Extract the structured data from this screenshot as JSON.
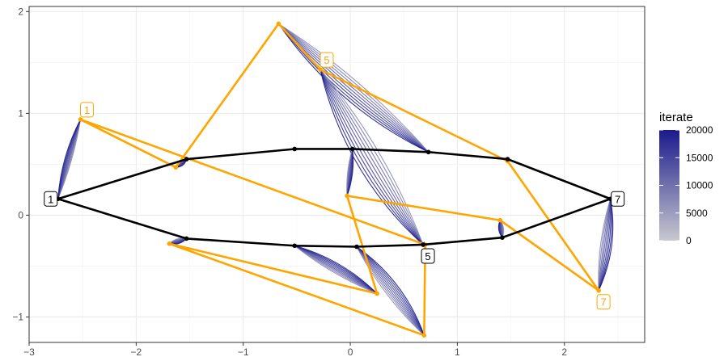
{
  "chart_data": {
    "type": "line",
    "xlim": [
      -3,
      2.75
    ],
    "ylim": [
      -1.25,
      2.05
    ],
    "x_ticks": [
      -3,
      -2,
      -1,
      0,
      1,
      2
    ],
    "x_tick_labels": [
      "−3",
      "−2",
      "−1",
      "0",
      "1",
      "2"
    ],
    "y_ticks": [
      -1,
      0,
      1,
      2
    ],
    "y_tick_labels": [
      "−1",
      "0",
      "1",
      "2"
    ],
    "grid": true,
    "legend": {
      "title": "iterate",
      "placement": "right",
      "min": 0,
      "max": 20000,
      "ticks": [
        0,
        5000,
        10000,
        15000,
        20000
      ],
      "tick_labels": [
        "0",
        "5000",
        "10000",
        "15000",
        "20000"
      ],
      "color_low": "#c8c8d0",
      "color_high": "#1a1a8c"
    },
    "colors": {
      "final": "#000000",
      "initial": "#ffa500"
    },
    "final_polygon": [
      [
        -2.73,
        0.16
      ],
      [
        -1.53,
        0.55
      ],
      [
        -0.52,
        0.65
      ],
      [
        0.02,
        0.65
      ],
      [
        0.73,
        0.62
      ],
      [
        1.47,
        0.55
      ],
      [
        2.43,
        0.16
      ],
      [
        1.42,
        -0.22
      ],
      [
        0.68,
        -0.29
      ],
      [
        0.06,
        -0.31
      ],
      [
        -0.52,
        -0.3
      ],
      [
        -1.53,
        -0.23
      ]
    ],
    "initial_polygon": [
      [
        -2.52,
        0.94
      ],
      [
        -1.63,
        0.47
      ],
      [
        -0.67,
        1.88
      ],
      [
        -0.28,
        1.43
      ],
      [
        1.47,
        0.53
      ],
      [
        2.32,
        -0.74
      ],
      [
        1.4,
        -0.05
      ],
      [
        -0.03,
        0.19
      ],
      [
        0.25,
        -0.77
      ],
      [
        -1.69,
        -0.28
      ],
      [
        0.69,
        -1.18
      ],
      [
        0.7,
        -0.29
      ]
    ],
    "paths": [
      {
        "from": [
          -2.52,
          0.94
        ],
        "to": [
          -2.73,
          0.16
        ],
        "bend": 0.08
      },
      {
        "from": [
          -1.63,
          0.47
        ],
        "to": [
          -1.53,
          0.55
        ],
        "bend": 0.05
      },
      {
        "from": [
          -0.67,
          1.88
        ],
        "to": [
          0.73,
          0.62
        ],
        "bend": 0.1
      },
      {
        "from": [
          -0.28,
          1.43
        ],
        "to": [
          0.68,
          -0.29
        ],
        "bend": 0.12
      },
      {
        "from": [
          1.47,
          0.53
        ],
        "to": [
          1.47,
          0.55
        ],
        "bend": 0.03
      },
      {
        "from": [
          2.32,
          -0.74
        ],
        "to": [
          2.43,
          0.16
        ],
        "bend": 0.12
      },
      {
        "from": [
          1.4,
          -0.05
        ],
        "to": [
          1.42,
          -0.22
        ],
        "bend": 0.05
      },
      {
        "from": [
          -0.03,
          0.19
        ],
        "to": [
          0.02,
          0.65
        ],
        "bend": 0.05
      },
      {
        "from": [
          0.25,
          -0.77
        ],
        "to": [
          -0.52,
          -0.3
        ],
        "bend": 0.1
      },
      {
        "from": [
          -1.69,
          -0.28
        ],
        "to": [
          -1.53,
          -0.23
        ],
        "bend": 0.05
      },
      {
        "from": [
          0.69,
          -1.18
        ],
        "to": [
          0.06,
          -0.31
        ],
        "bend": 0.12
      },
      {
        "from": [
          0.7,
          -0.29
        ],
        "to": [
          0.68,
          -0.29
        ],
        "bend": 0.02
      }
    ],
    "labels": [
      {
        "text": "1",
        "at": [
          -2.73,
          0.16
        ],
        "color": "#000000",
        "side": "left"
      },
      {
        "text": "5",
        "at": [
          0.68,
          -0.29
        ],
        "color": "#000000",
        "side": "below"
      },
      {
        "text": "7",
        "at": [
          2.43,
          0.16
        ],
        "color": "#000000",
        "side": "right"
      },
      {
        "text": "1",
        "at": [
          -2.52,
          0.94
        ],
        "color": "#ffa500",
        "side": "upleft"
      },
      {
        "text": "5",
        "at": [
          -0.28,
          1.43
        ],
        "color": "#ffa500",
        "side": "upleft"
      },
      {
        "text": "7",
        "at": [
          2.32,
          -0.74
        ],
        "color": "#ffa500",
        "side": "below"
      }
    ]
  }
}
